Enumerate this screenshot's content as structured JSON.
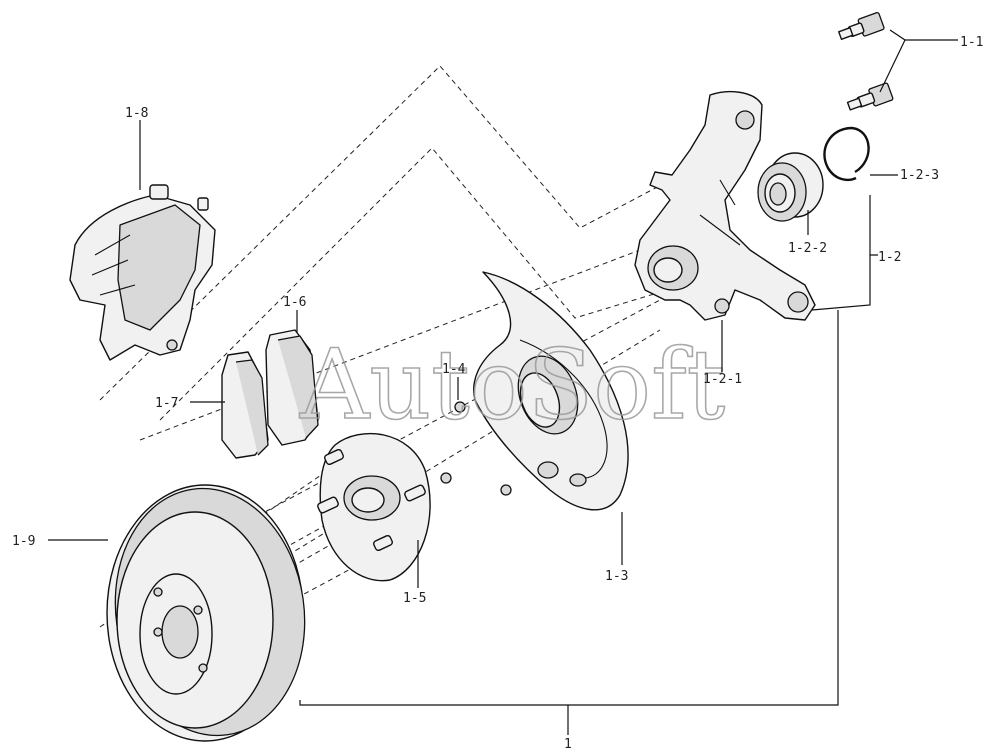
{
  "watermark": "AutoSoft",
  "callouts": {
    "c1": "1",
    "c1_1": "1-1",
    "c1_2": "1-2",
    "c1_2_1": "1-2-1",
    "c1_2_2": "1-2-2",
    "c1_2_3": "1-2-3",
    "c1_3": "1-3",
    "c1_4": "1-4",
    "c1_5": "1-5",
    "c1_6": "1-6",
    "c1_7": "1-7",
    "c1_8": "1-8",
    "c1_9": "1-9"
  },
  "parts": [
    {
      "ref": "1-1",
      "name": "bolt"
    },
    {
      "ref": "1-2",
      "name": "steering knuckle assembly"
    },
    {
      "ref": "1-2-1",
      "name": "steering knuckle"
    },
    {
      "ref": "1-2-2",
      "name": "hub bearing"
    },
    {
      "ref": "1-2-3",
      "name": "snap ring"
    },
    {
      "ref": "1-3",
      "name": "dust shield"
    },
    {
      "ref": "1-4",
      "name": "screw"
    },
    {
      "ref": "1-5",
      "name": "wheel hub"
    },
    {
      "ref": "1-6",
      "name": "brake pad"
    },
    {
      "ref": "1-7",
      "name": "brake pad"
    },
    {
      "ref": "1-8",
      "name": "brake caliper"
    },
    {
      "ref": "1-9",
      "name": "brake disc"
    }
  ]
}
